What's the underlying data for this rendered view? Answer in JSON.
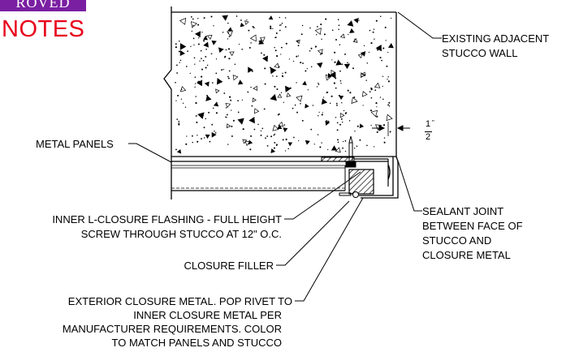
{
  "stamp": {
    "top_text": "ROVED",
    "notes_text": "NOTES",
    "box_color": "#7a1fa2",
    "notes_color": "#e8001c"
  },
  "labels": {
    "stucco_wall_line1": "EXISTING ADJACENT",
    "stucco_wall_line2": "STUCCO WALL",
    "metal_panels": "METAL PANELS",
    "dimension_numerator": "1",
    "dimension_inch": "\"",
    "dimension_denominator": "2",
    "sealant_line1": "SEALANT JOINT",
    "sealant_line2": "BETWEEN FACE OF",
    "sealant_line3": "STUCCO AND",
    "sealant_line4": "CLOSURE METAL",
    "inner_l_line1": "INNER L-CLOSURE FLASHING - FULL HEIGHT",
    "inner_l_line2": "SCREW THROUGH STUCCO AT 12\" O.C.",
    "closure_filler": "CLOSURE FILLER",
    "exterior_line1": "EXTERIOR CLOSURE METAL.  POP RIVET TO",
    "exterior_line2": "INNER CLOSURE METAL PER",
    "exterior_line3": "MANUFACTURER REQUIREMENTS.  COLOR",
    "exterior_line4": "TO MATCH PANELS AND STUCCO"
  }
}
